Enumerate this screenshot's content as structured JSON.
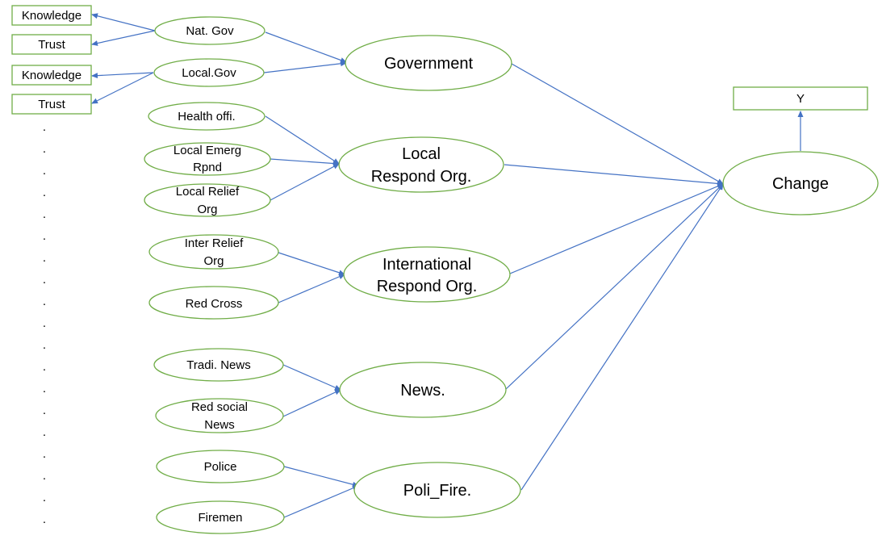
{
  "diagram": {
    "boxes": {
      "knowledge_1": "Knowledge",
      "trust_1": "Trust",
      "knowledge_2": "Knowledge",
      "trust_2": "Trust",
      "y": "Y"
    },
    "indicators": {
      "nat_gov": "Nat. Gov",
      "local_gov": "Local.Gov",
      "health_offi": "Health offi.",
      "local_emerg_1": "Local Emerg",
      "local_emerg_2": "Rpnd",
      "local_relief_1": "Local Relief",
      "local_relief_2": "Org",
      "inter_relief_1": "Inter Relief",
      "inter_relief_2": "Org",
      "red_cross": "Red Cross",
      "tradi_news": "Tradi. News",
      "red_social_1": "Red social",
      "red_social_2": "News",
      "police": "Police",
      "firemen": "Firemen"
    },
    "factors": {
      "government": "Government",
      "local_respond_1": "Local",
      "local_respond_2": "Respond Org.",
      "international_1": "International",
      "international_2": "Respond Org.",
      "news": "News.",
      "poli_fire": "Poli_Fire.",
      "change": "Change"
    },
    "ellipsis_dots": [
      ".",
      ".",
      ".",
      ".",
      ".",
      ".",
      ".",
      ".",
      ".",
      ".",
      ".",
      ".",
      ".",
      ".",
      ".",
      ".",
      ".",
      ".",
      "."
    ],
    "colors": {
      "node_border": "#70ad47",
      "arrow": "#4472c4"
    }
  }
}
